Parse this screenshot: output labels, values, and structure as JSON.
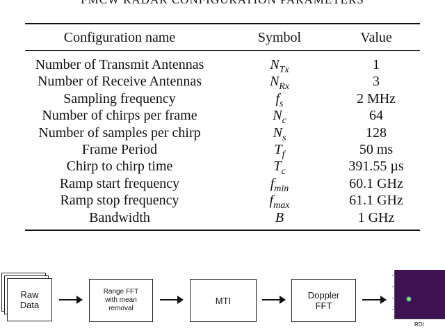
{
  "table": {
    "caption": "FMCW RADAR CONFIGURATION PARAMETERS",
    "headers": [
      "Configuration name",
      "Symbol",
      "Value"
    ],
    "rows": [
      {
        "name": "Number of Transmit Antennas",
        "sym_base": "N",
        "sym_sub": "Tx",
        "value": "1"
      },
      {
        "name": "Number of Receive Antennas",
        "sym_base": "N",
        "sym_sub": "Rx",
        "value": "3"
      },
      {
        "name": "Sampling frequency",
        "sym_base": "f",
        "sym_sub": "s",
        "value": "2 MHz"
      },
      {
        "name": "Number of chirps per frame",
        "sym_base": "N",
        "sym_sub": "c",
        "value": "64"
      },
      {
        "name": "Number of samples per chirp",
        "sym_base": "N",
        "sym_sub": "s",
        "value": "128"
      },
      {
        "name": "Frame Period",
        "sym_base": "T",
        "sym_sub": "f",
        "value": "50 ms"
      },
      {
        "name": "Chirp to chirp time",
        "sym_base": "T",
        "sym_sub": "c",
        "value": "391.55 µs"
      },
      {
        "name": "Ramp start frequency",
        "sym_base": "f",
        "sym_sub": "min",
        "value": "60.1 GHz"
      },
      {
        "name": "Ramp stop frequency",
        "sym_base": "f",
        "sym_sub": "max",
        "value": "61.1 GHz"
      },
      {
        "name": "Bandwidth",
        "sym_base": "B",
        "sym_sub": "",
        "value": "1 GHz"
      }
    ]
  },
  "pipeline": {
    "raw_line1": "Raw",
    "raw_line2": "Data",
    "range_line1": "Range FFT",
    "range_line2": "with mean",
    "range_line3": "removal",
    "mti": "MTI",
    "doppler_line1": "Doppler",
    "doppler_line2": "FFT",
    "rdi_label": "RDI"
  }
}
